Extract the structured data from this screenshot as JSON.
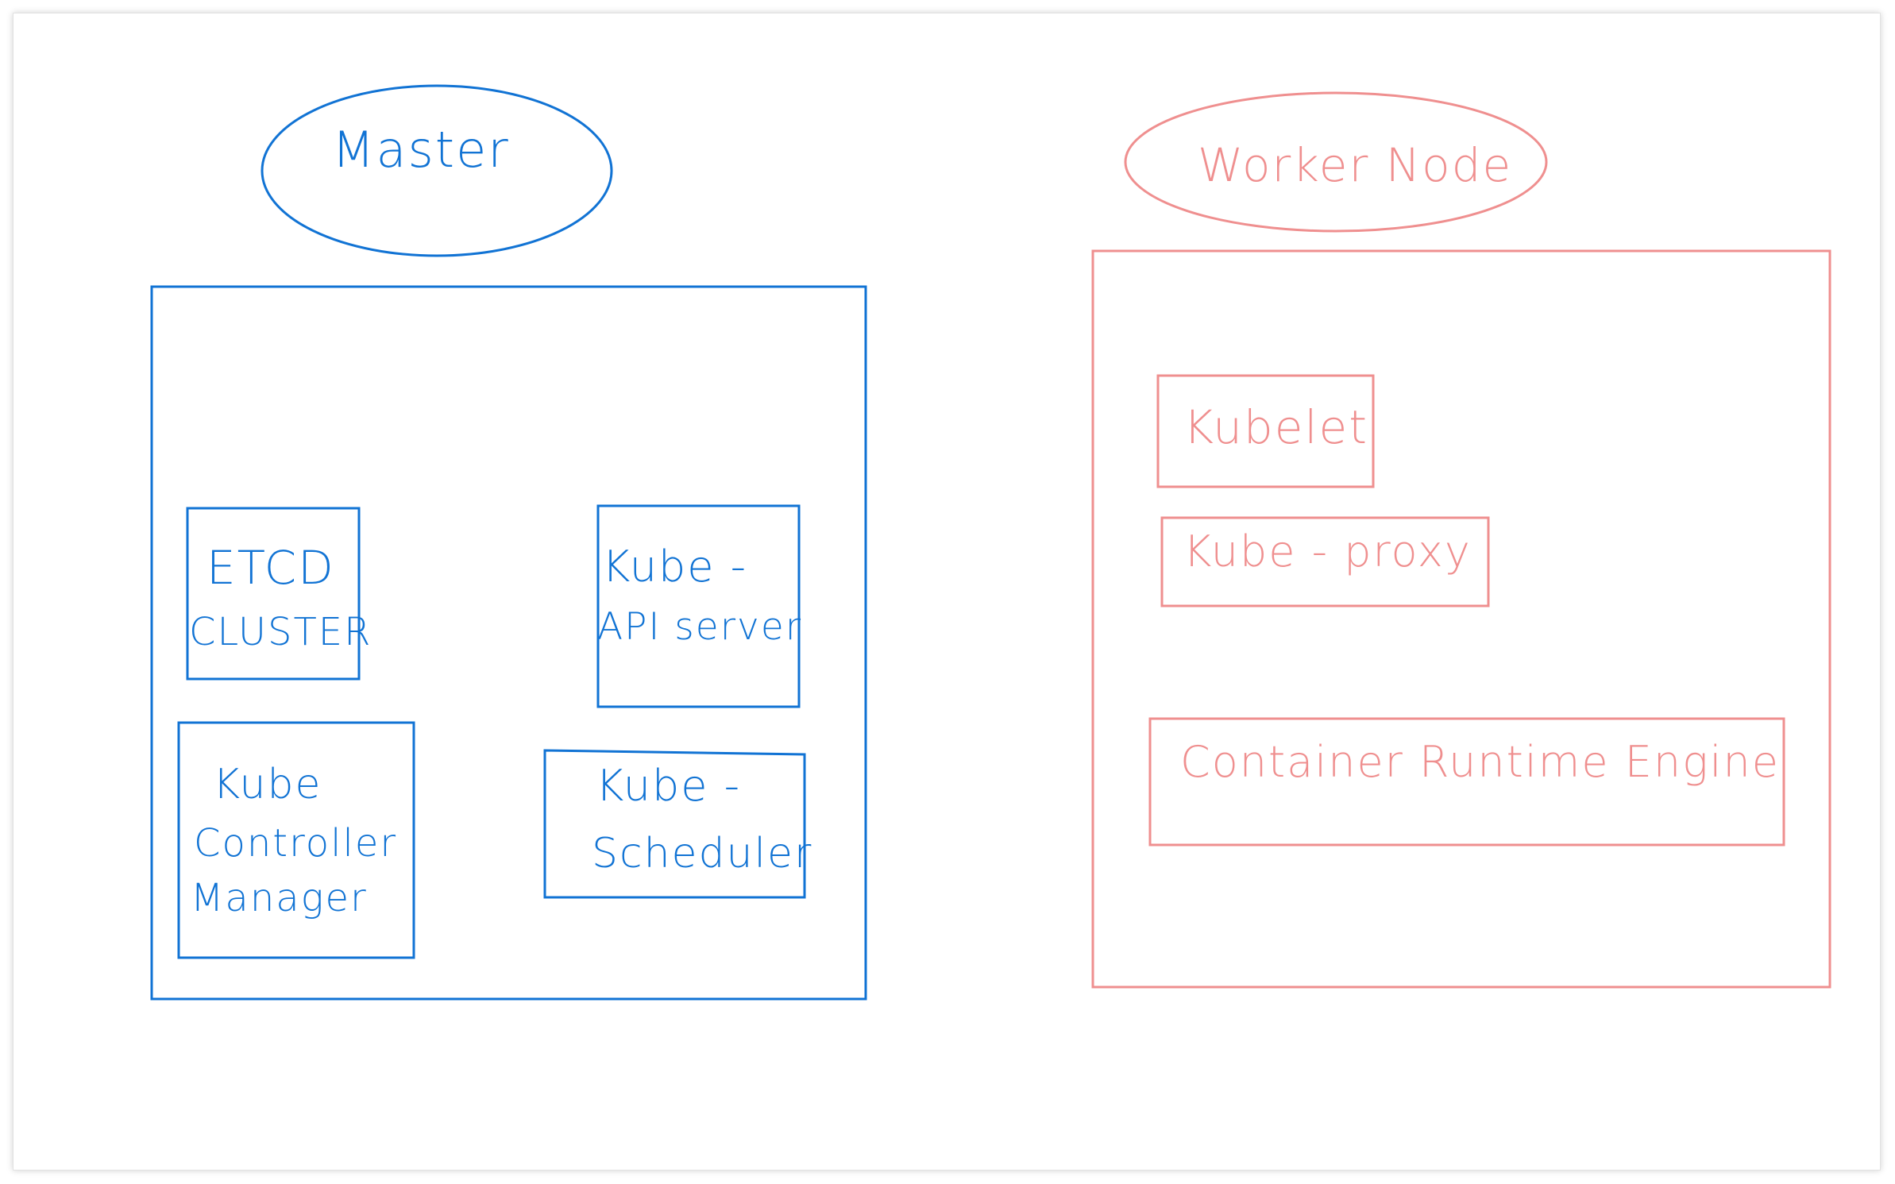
{
  "colors": {
    "master": "#1173d4",
    "worker": "#ef8f8f"
  },
  "master": {
    "title": "Master",
    "components": {
      "etcd": [
        "ETCD",
        "CLUSTER"
      ],
      "api_server": [
        "Kube -",
        "API server"
      ],
      "controller_manager": [
        "Kube",
        "Controller",
        "Manager"
      ],
      "scheduler": [
        "Kube -",
        "Scheduler"
      ]
    }
  },
  "worker": {
    "title": "Worker Node",
    "components": {
      "kubelet": "Kubelet",
      "kube_proxy": "Kube - proxy",
      "runtime": "Container Runtime Engine"
    }
  }
}
